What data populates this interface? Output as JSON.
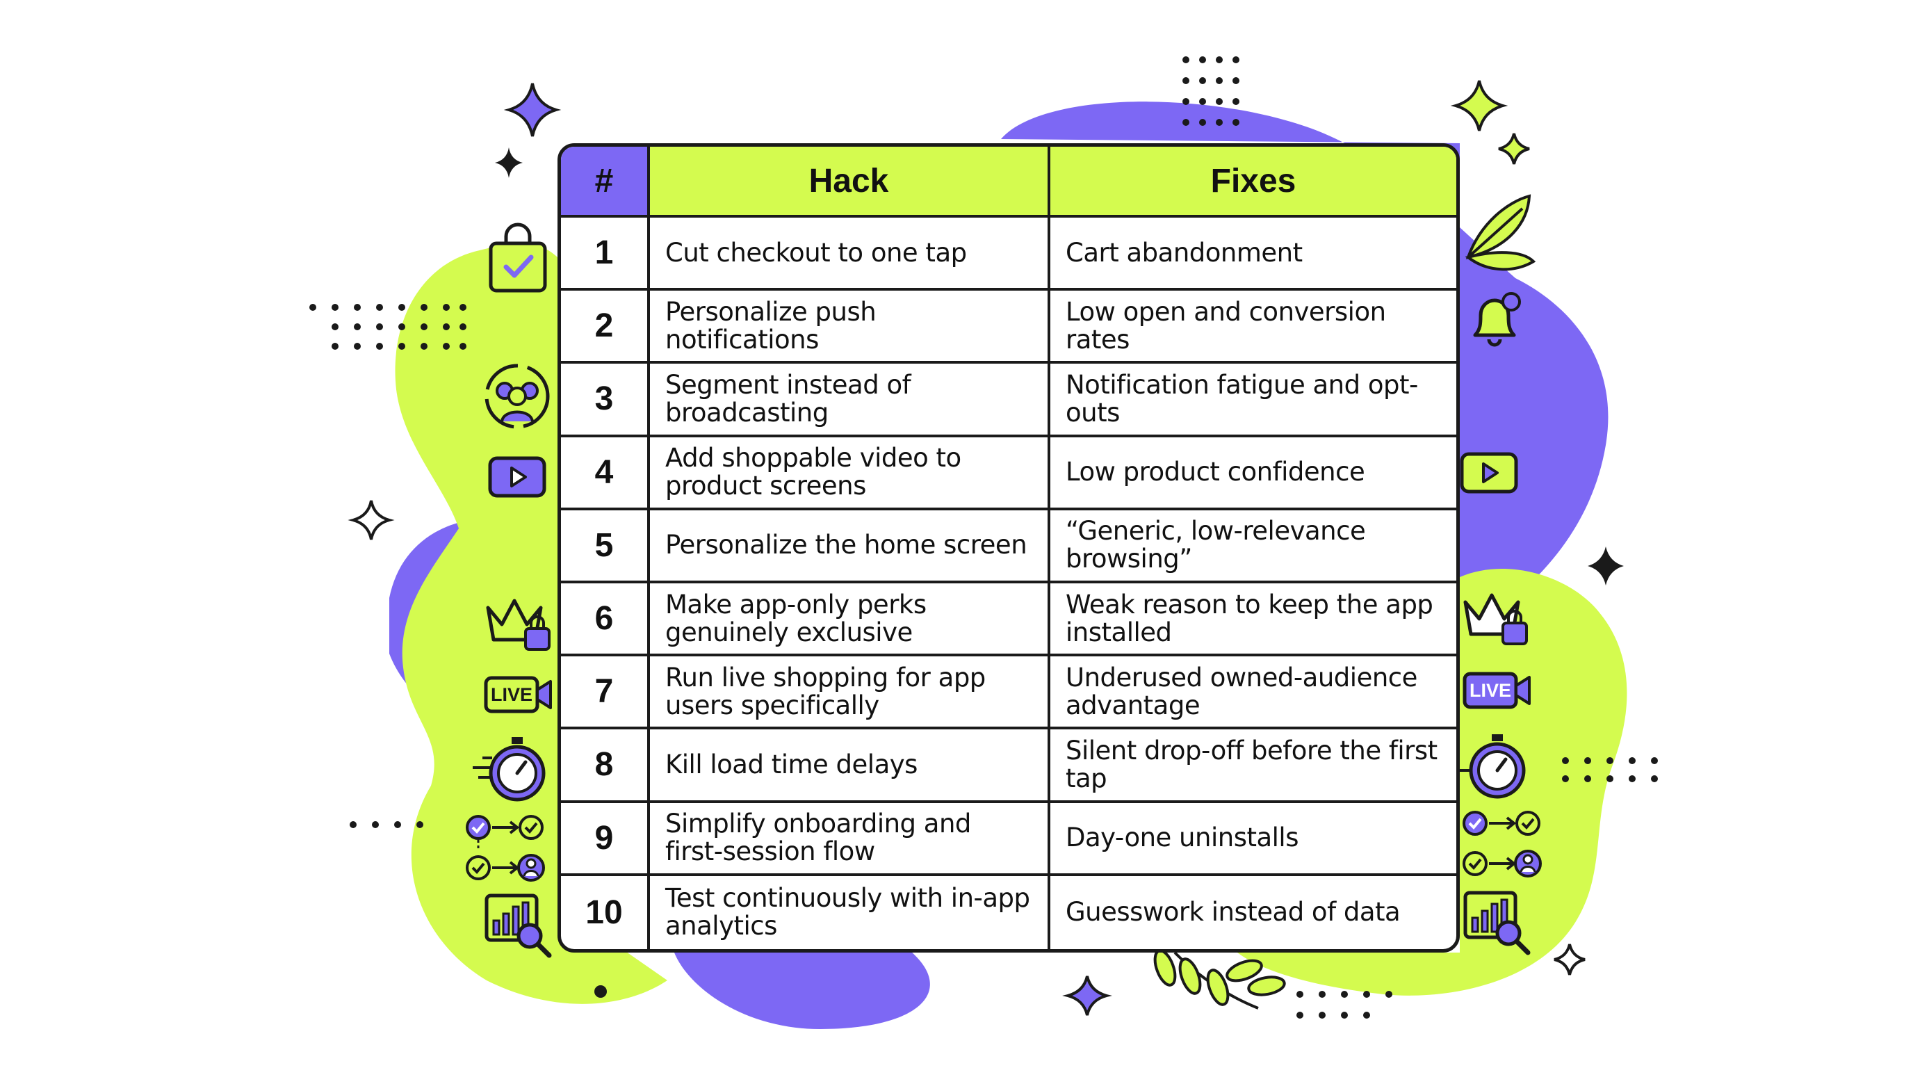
{
  "table": {
    "header": {
      "num": "#",
      "hack": "Hack",
      "fixes": "Fixes"
    },
    "rows": [
      {
        "num": "1",
        "hack": "Cut checkout to one tap",
        "fixes": "Cart abandonment"
      },
      {
        "num": "2",
        "hack": "Personalize push notifications",
        "fixes": "Low open and conversion rates"
      },
      {
        "num": "3",
        "hack": "Segment instead of broadcasting",
        "fixes": "Notification fatigue and opt-outs"
      },
      {
        "num": "4",
        "hack": "Add shoppable video to product screens",
        "fixes": "Low product confidence"
      },
      {
        "num": "5",
        "hack": "Personalize the home screen",
        "fixes": "“Generic, low-relevance browsing”"
      },
      {
        "num": "6",
        "hack": "Make app-only perks genuinely exclusive",
        "fixes": "Weak reason to keep the app installed"
      },
      {
        "num": "7",
        "hack": "Run live shopping for app users specifically",
        "fixes": "Underused owned-audience advantage"
      },
      {
        "num": "8",
        "hack": "Kill load time delays",
        "fixes": "Silent drop-off before the first tap"
      },
      {
        "num": "9",
        "hack": "Simplify onboarding and first-session flow",
        "fixes": "Day-one uninstalls"
      },
      {
        "num": "10",
        "hack": "Test continuously with in-app analytics",
        "fixes": "Guesswork instead of data"
      }
    ]
  },
  "badges": {
    "live_left": "LIVE",
    "live_right": "LIVE"
  },
  "colors": {
    "purple": "#7d68f4",
    "lime": "#d4fb4f",
    "ink": "#1a1a1a"
  },
  "icons": [
    "shopping-bag-check-icon",
    "users-group-icon",
    "play-video-icon",
    "crown-lock-icon",
    "live-camera-icon",
    "stopwatch-icon",
    "flow-check-user-icon",
    "chart-magnifier-icon",
    "bell-icon",
    "leaf-icon",
    "sparkle-icon"
  ]
}
